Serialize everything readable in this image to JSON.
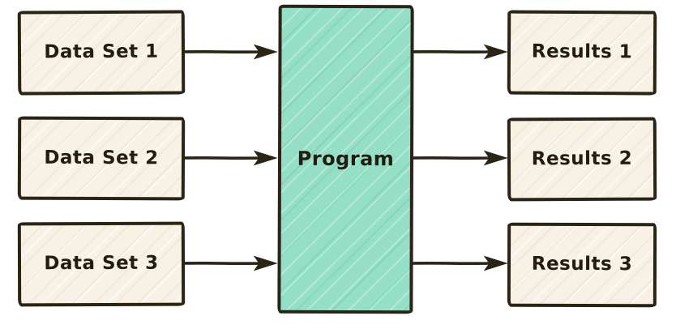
{
  "diagram": {
    "title": "program-dataflow-diagram",
    "colors": {
      "stroke": "#2b2315",
      "cream": "#f8f1e5",
      "teal": "#95dfc7",
      "text": "#241c10",
      "bg": "#ffffff"
    },
    "inputs": [
      {
        "label": "Data Set 1"
      },
      {
        "label": "Data Set 2"
      },
      {
        "label": "Data Set 3"
      }
    ],
    "program": {
      "label": "Program"
    },
    "outputs": [
      {
        "label": "Results 1"
      },
      {
        "label": "Results 2"
      },
      {
        "label": "Results 3"
      }
    ]
  }
}
